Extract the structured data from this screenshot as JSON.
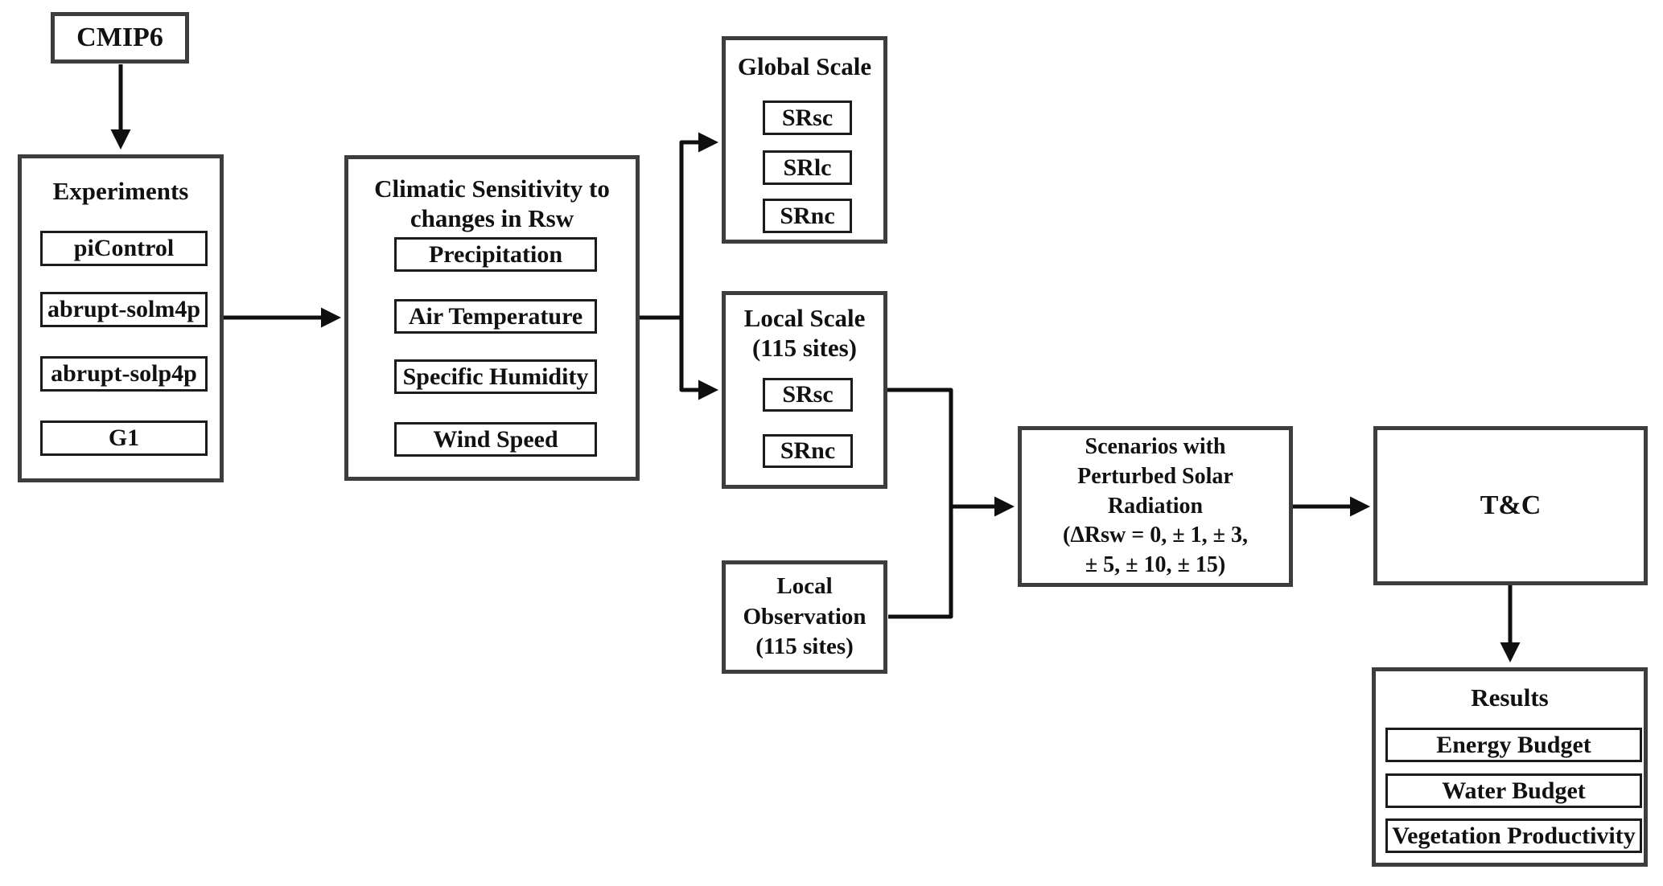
{
  "diagram": {
    "cmip6": {
      "label": "CMIP6"
    },
    "experiments": {
      "title": "Experiments",
      "items": [
        "piControl",
        "abrupt-solm4p",
        "abrupt-solp4p",
        "G1"
      ]
    },
    "climatic_sensitivity": {
      "title_line1": "Climatic Sensitivity to",
      "title_line2": "changes in Rsw",
      "items": [
        "Precipitation",
        "Air Temperature",
        "Specific Humidity",
        "Wind Speed"
      ]
    },
    "global_scale": {
      "title": "Global Scale",
      "items": [
        "SRsc",
        "SRlc",
        "SRnc"
      ]
    },
    "local_scale": {
      "title_line1": "Local Scale",
      "title_line2": "(115 sites)",
      "items": [
        "SRsc",
        "SRnc"
      ]
    },
    "local_observation": {
      "lines": [
        "Local",
        "Observation",
        "(115 sites)"
      ]
    },
    "scenarios": {
      "lines": [
        "Scenarios with",
        "Perturbed Solar",
        "Radiation",
        "(ΔRsw = 0, ± 1, ± 3,",
        "± 5, ± 10, ± 15)"
      ]
    },
    "tc_model": {
      "label": "T&C"
    },
    "results": {
      "title": "Results",
      "items": [
        "Energy Budget",
        "Water Budget",
        "Vegetation Productivity"
      ]
    }
  },
  "colors": {
    "background": "#ffffff",
    "outer_border": "#3d3d3d",
    "inner_border": "#1b1b1b",
    "line": "#0f0f0f",
    "text": "#111111"
  }
}
